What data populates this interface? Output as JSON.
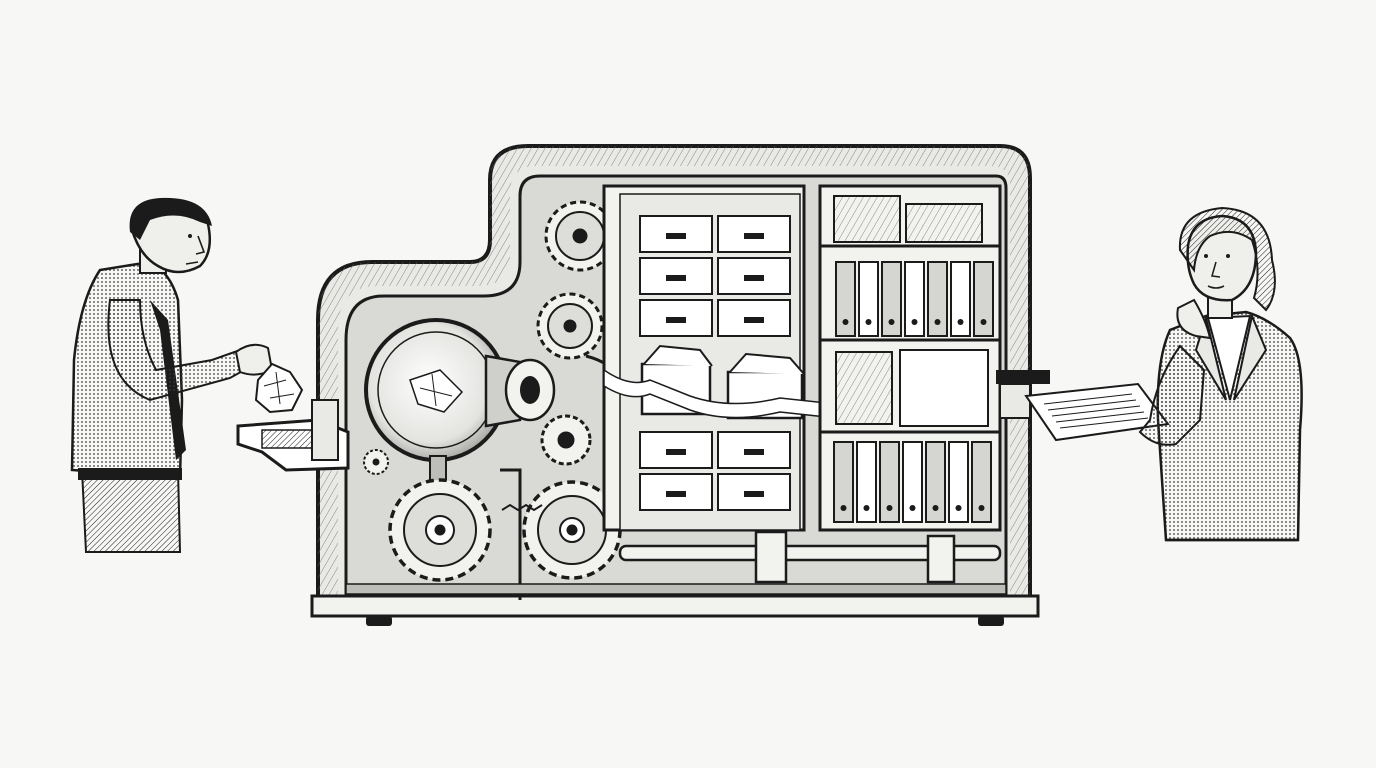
{
  "illustration": {
    "style": "black-and-white engraving",
    "colors": {
      "ink": "#1b1b1b",
      "paper": "#f7f7f5",
      "shade": "#8d8d8d",
      "light": "#e9e9e6"
    },
    "left_person": {
      "role": "man inserting a crumpled paper",
      "icon": "person-icon"
    },
    "machine": {
      "icon": "machine-icon",
      "parts": [
        "intake-tray",
        "funnel-lens",
        "gears",
        "card-catalog-drawers",
        "binder-shelves",
        "output-slot",
        "rail-base"
      ]
    },
    "right_person": {
      "role": "woman reading the output document",
      "icon": "person-icon"
    }
  }
}
